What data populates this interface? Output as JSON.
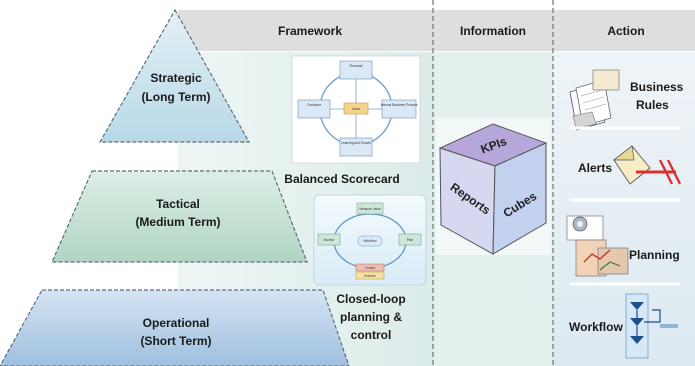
{
  "columns": {
    "framework": "Framework",
    "information": "Information",
    "action": "Action"
  },
  "tiers": [
    {
      "line1": "Strategic",
      "line2": "(Long Term)"
    },
    {
      "line1": "Tactical",
      "line2": "(Medium Term)"
    },
    {
      "line1": "Operational",
      "line2": "(Short Term)"
    }
  ],
  "framework": {
    "balanced_scorecard": {
      "caption": "Balanced Scorecard",
      "nodes": {
        "top": "Financial",
        "left": "Customer",
        "center": "Vision",
        "right": "Internal Business Process",
        "bottom": "Learning and Growth"
      }
    },
    "closed_loop": {
      "caption_lines": [
        "Closed-loop",
        "planning &",
        "control"
      ],
      "nodes": {
        "top": "Measure Value",
        "left": "Monitor",
        "center": "Workflow",
        "right": "Plan",
        "bottom_a": "Control",
        "bottom_b": "Execute"
      }
    }
  },
  "information": {
    "faces": {
      "top": "KPIs",
      "left": "Reports",
      "right": "Cubes"
    }
  },
  "action": [
    {
      "label_lines": [
        "Business",
        "Rules"
      ],
      "icon": "business-rules-icon"
    },
    {
      "label_lines": [
        "Alerts"
      ],
      "icon": "alerts-icon"
    },
    {
      "label_lines": [
        "Planning"
      ],
      "icon": "planning-icon"
    },
    {
      "label_lines": [
        "Workflow"
      ],
      "icon": "workflow-icon"
    }
  ],
  "colors": {
    "header_bg": "#dedede",
    "panel_bg": "#e7f2ef",
    "action_bg": "#e9f1f6",
    "strategic": "#cfe6ef",
    "tactical": "#c7e2d5",
    "operational": "#b9d2ea",
    "cube_top": "#b8a8d8",
    "cube_left": "#d5d8f0",
    "cube_right": "#c3d2ee"
  }
}
